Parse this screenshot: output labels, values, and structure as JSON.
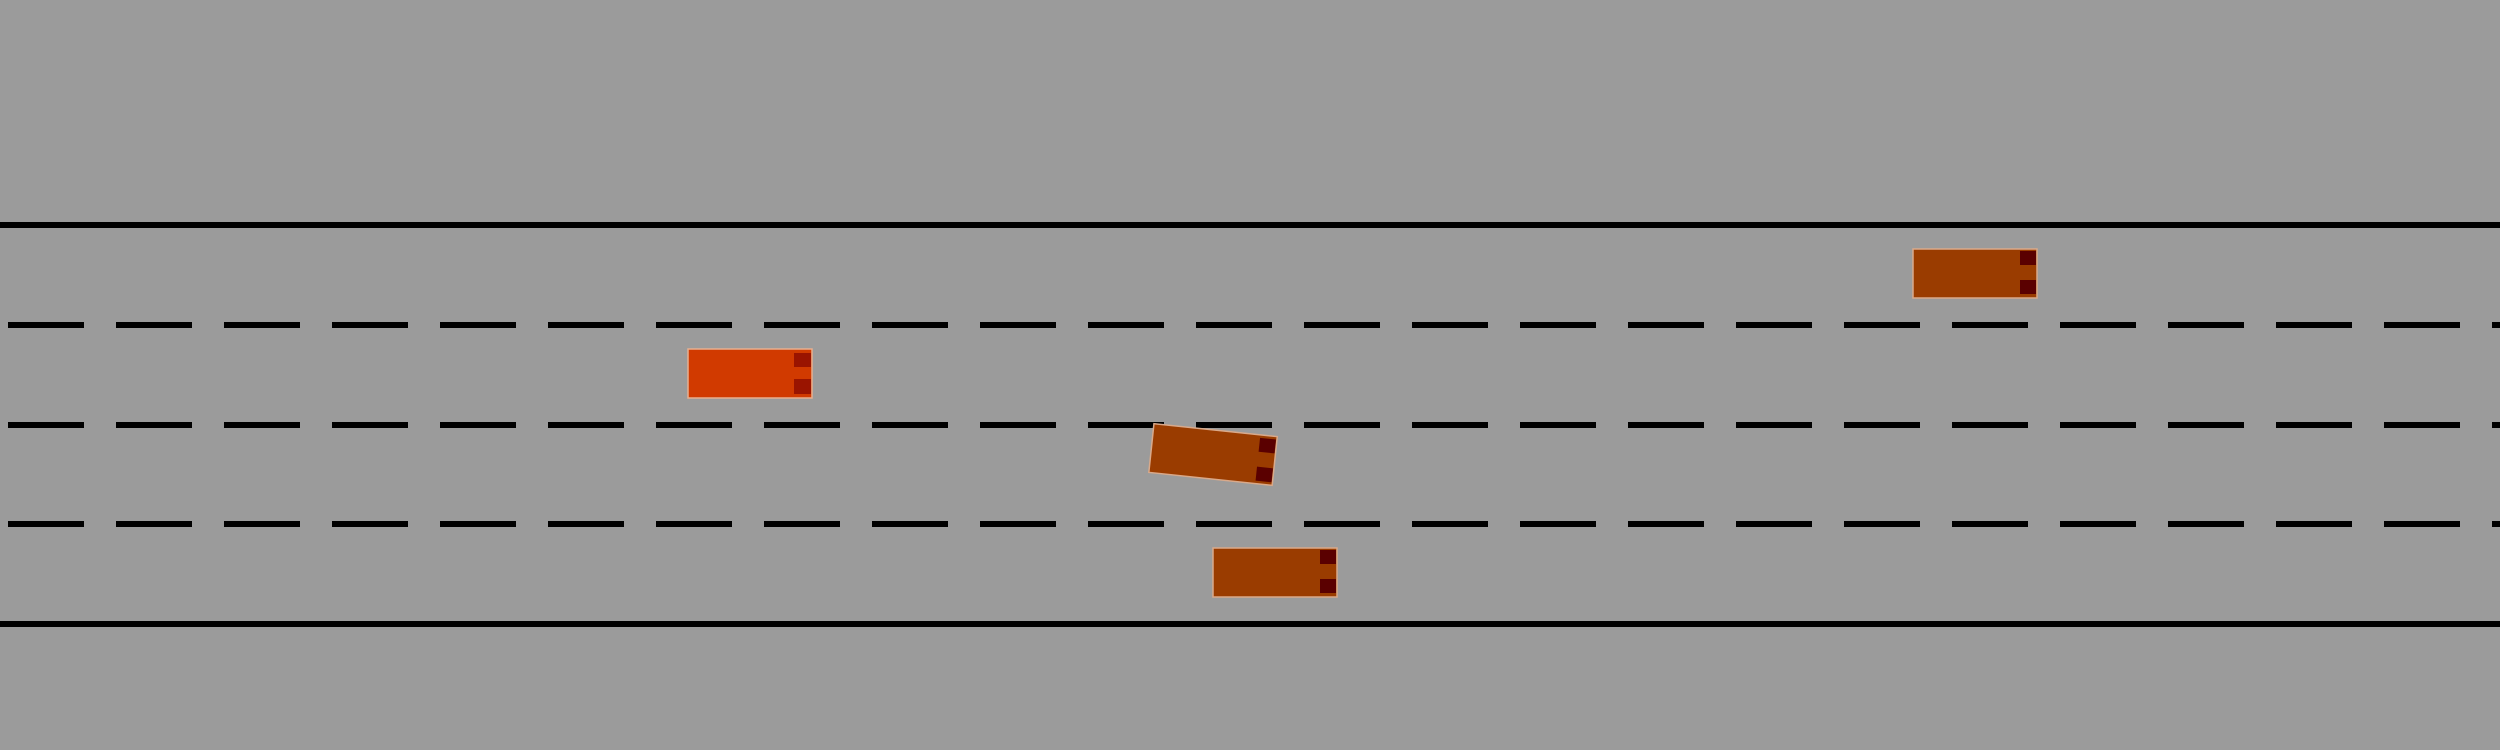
{
  "scene": {
    "background_color": "#9b9b9b",
    "road": {
      "lane_count": 4,
      "line_color": "#000000",
      "lane_markings": "dashed"
    },
    "vehicles": [
      {
        "role": "ego",
        "color": "#d13a00",
        "light_color": "#9a1400",
        "lane": 2,
        "heading": "right"
      },
      {
        "role": "traffic",
        "color": "#9a3c00",
        "light_color": "#5a0000",
        "lane": 1,
        "heading": "right"
      },
      {
        "role": "traffic",
        "color": "#9a3c00",
        "light_color": "#5a0000",
        "lane": 3,
        "heading": "right-down",
        "note": "changing lanes"
      },
      {
        "role": "traffic",
        "color": "#9a3c00",
        "light_color": "#5a0000",
        "lane": 4,
        "heading": "right"
      }
    ]
  }
}
